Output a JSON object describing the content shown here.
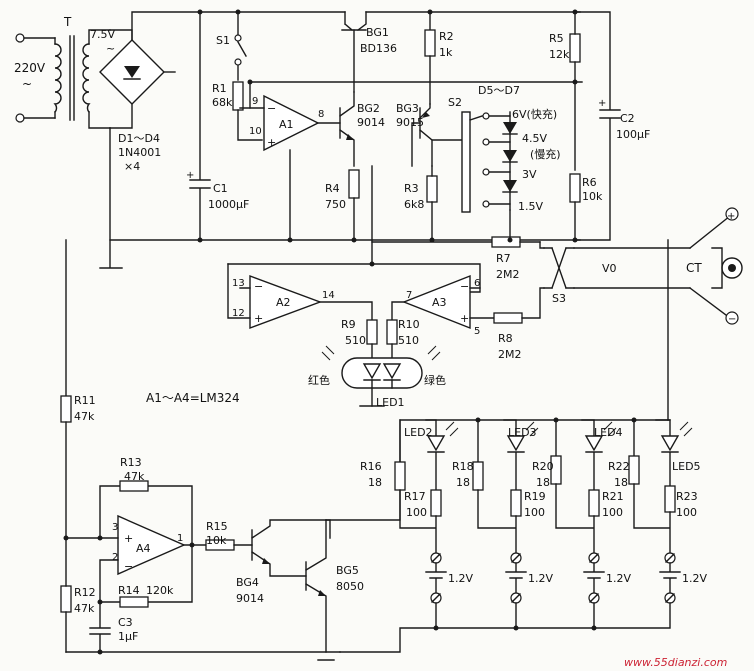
{
  "mains": {
    "voltage": "220V",
    "tilde": "~",
    "transformer": "T",
    "secondary": "7.5V",
    "secondary_tilde": "~"
  },
  "bridge": {
    "name": "D1～D4",
    "part": "1N4001",
    "qty": "×4"
  },
  "c1": {
    "name": "C1",
    "value": "1000μF"
  },
  "s1": {
    "name": "S1"
  },
  "r1": {
    "name": "R1",
    "value": "68k"
  },
  "a1": {
    "name": "A1",
    "pin_in_a": "9",
    "pin_in_b": "10",
    "pin_out": "8",
    "minus": "−",
    "plus": "+"
  },
  "bg1": {
    "name": "BG1",
    "part": "BD136"
  },
  "bg2": {
    "name": "BG2",
    "part": "9014"
  },
  "bg3": {
    "name": "BG3",
    "part": "9015"
  },
  "r2": {
    "name": "R2",
    "value": "1k"
  },
  "r3": {
    "name": "R3",
    "value": "6k8"
  },
  "r4": {
    "name": "R4",
    "value": "750"
  },
  "r5": {
    "name": "R5",
    "value": "12k"
  },
  "r6": {
    "name": "R6",
    "value": "10k"
  },
  "c2": {
    "name": "C2",
    "value": "100μF",
    "plus": "+"
  },
  "s2": {
    "name": "S2"
  },
  "zeners": {
    "name": "D5～D7",
    "tap_6v": "6V(快充)",
    "tap_45v": "4.5V",
    "tap_45v_note": "(慢充)",
    "tap_3v": "3V",
    "tap_15v": "1.5V"
  },
  "r7": {
    "name": "R7",
    "value": "2M2"
  },
  "r8": {
    "name": "R8",
    "value": "2M2"
  },
  "v0": {
    "name": "V0"
  },
  "ct": {
    "name": "CT",
    "plus": "+",
    "minus": "−"
  },
  "s3": {
    "name": "S3"
  },
  "a2": {
    "name": "A2",
    "pin_13": "13",
    "pin_12": "12",
    "pin_14": "14",
    "minus": "−",
    "plus": "+"
  },
  "a3": {
    "name": "A3",
    "pin_7": "7",
    "pin_6": "6",
    "pin_5": "5",
    "minus": "−",
    "plus": "+"
  },
  "r9": {
    "name": "R9",
    "value": "510"
  },
  "r10": {
    "name": "R10",
    "value": "510"
  },
  "led1": {
    "name": "LED1",
    "red": "红色",
    "green": "绿色"
  },
  "note": {
    "text": "A1～A4=LM324"
  },
  "r11": {
    "name": "R11",
    "value": "47k"
  },
  "r12": {
    "name": "R12",
    "value": "47k"
  },
  "r13": {
    "name": "R13",
    "value": "47k"
  },
  "r14": {
    "name": "R14",
    "value": "120k"
  },
  "r15": {
    "name": "R15",
    "value": "10k"
  },
  "c3": {
    "name": "C3",
    "value": "1μF"
  },
  "a4": {
    "name": "A4",
    "pin_3": "3",
    "pin_2": "2",
    "pin_1": "1",
    "minus": "−",
    "plus": "+"
  },
  "bg4": {
    "name": "BG4",
    "part": "9014"
  },
  "bg5": {
    "name": "BG5",
    "part": "8050"
  },
  "channels": [
    {
      "led": "LED2",
      "r_led": "R16",
      "r_led_val": "18",
      "r_ser": "R17",
      "r_ser_val": "100",
      "cell": "1.2V"
    },
    {
      "led": "LED3",
      "r_led": "R18",
      "r_led_val": "18",
      "r_ser": "R19",
      "r_ser_val": "100",
      "cell": "1.2V"
    },
    {
      "led": "LED4",
      "r_led": "R20",
      "r_led_val": "18",
      "r_ser": "R21",
      "r_ser_val": "100",
      "cell": "1.2V"
    },
    {
      "led": "LED5",
      "r_led": "R22",
      "r_led_val": "18",
      "r_ser": "R23",
      "r_ser_val": "100",
      "cell": "1.2V"
    }
  ],
  "watermark": {
    "text": "www.55dianzi.com"
  }
}
